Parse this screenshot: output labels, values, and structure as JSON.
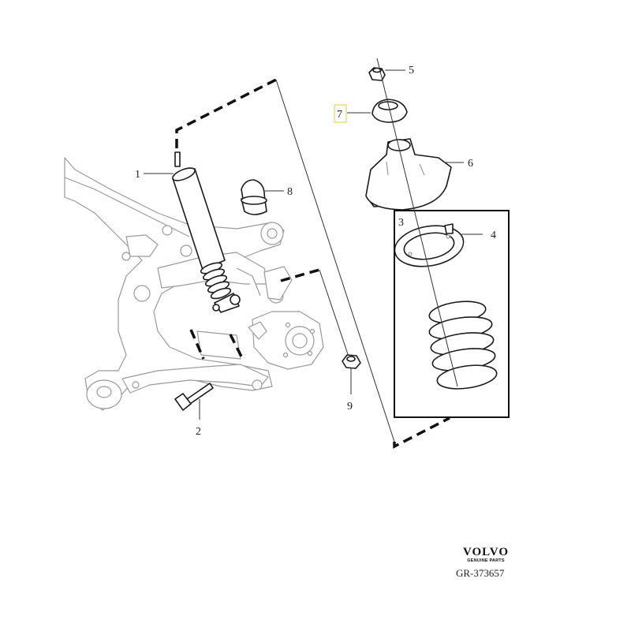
{
  "diagram": {
    "callouts": [
      {
        "id": "1",
        "label": "1"
      },
      {
        "id": "2",
        "label": "2"
      },
      {
        "id": "3",
        "label": "3"
      },
      {
        "id": "4",
        "label": "4"
      },
      {
        "id": "5",
        "label": "5"
      },
      {
        "id": "6",
        "label": "6"
      },
      {
        "id": "7",
        "label": "7",
        "highlighted": true
      },
      {
        "id": "8",
        "label": "8"
      },
      {
        "id": "9",
        "label": "9"
      }
    ],
    "highlight_color": "#e8c84a"
  },
  "brand": {
    "name": "VOLVO",
    "subtitle": "GENUINE PARTS"
  },
  "drawing_ref": "GR-373657"
}
